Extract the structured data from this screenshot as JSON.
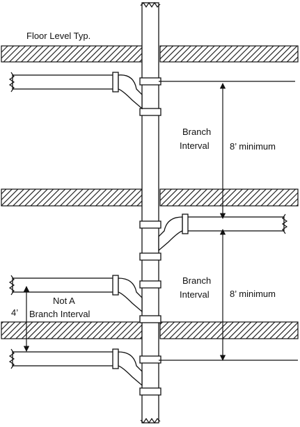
{
  "labels": {
    "floor_level": "Floor Level Typ.",
    "branch_interval_1_line1": "Branch",
    "branch_interval_1_line2": "Interval",
    "minimum_1": "8’ minimum",
    "branch_interval_2_line1": "Branch",
    "branch_interval_2_line2": "Interval",
    "minimum_2": "8’ minimum",
    "four_feet": "4’",
    "not_a_line1": "Not A",
    "not_a_line2": "Branch Interval"
  }
}
